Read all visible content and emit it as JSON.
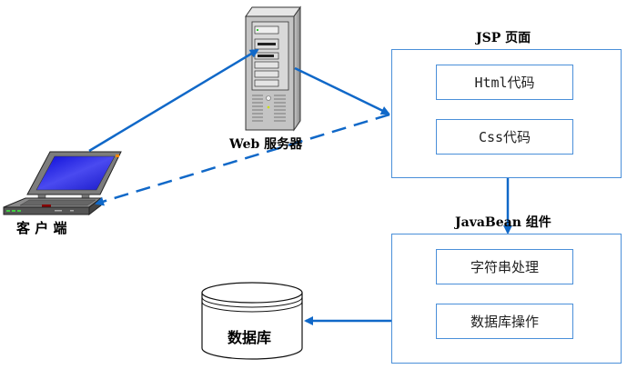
{
  "title": "JSP + JavaBean architecture diagram",
  "nodes": {
    "client": {
      "label": "客 户 端",
      "icon": "laptop-icon"
    },
    "server": {
      "label": "Web 服务器",
      "icon": "server-tower-icon"
    },
    "jsp": {
      "title": "JSP 页面",
      "items": [
        "Html代码",
        "Css代码"
      ]
    },
    "javabean": {
      "title": "JavaBean 组件",
      "items": [
        "字符串处理",
        "数据库操作"
      ]
    },
    "database": {
      "label": "数据库",
      "icon": "database-cylinder-icon"
    }
  },
  "edges": [
    {
      "from": "client",
      "to": "server",
      "style": "solid"
    },
    {
      "from": "server",
      "to": "jsp",
      "style": "solid"
    },
    {
      "from": "jsp",
      "to": "client",
      "style": "dashed"
    },
    {
      "from": "jsp",
      "to": "javabean",
      "style": "solid"
    },
    {
      "from": "javabean.数据库操作",
      "to": "database",
      "style": "solid"
    }
  ],
  "colors": {
    "arrow": "#1068c8",
    "box_border": "#4a8fd9",
    "screen": "#2020e0"
  }
}
